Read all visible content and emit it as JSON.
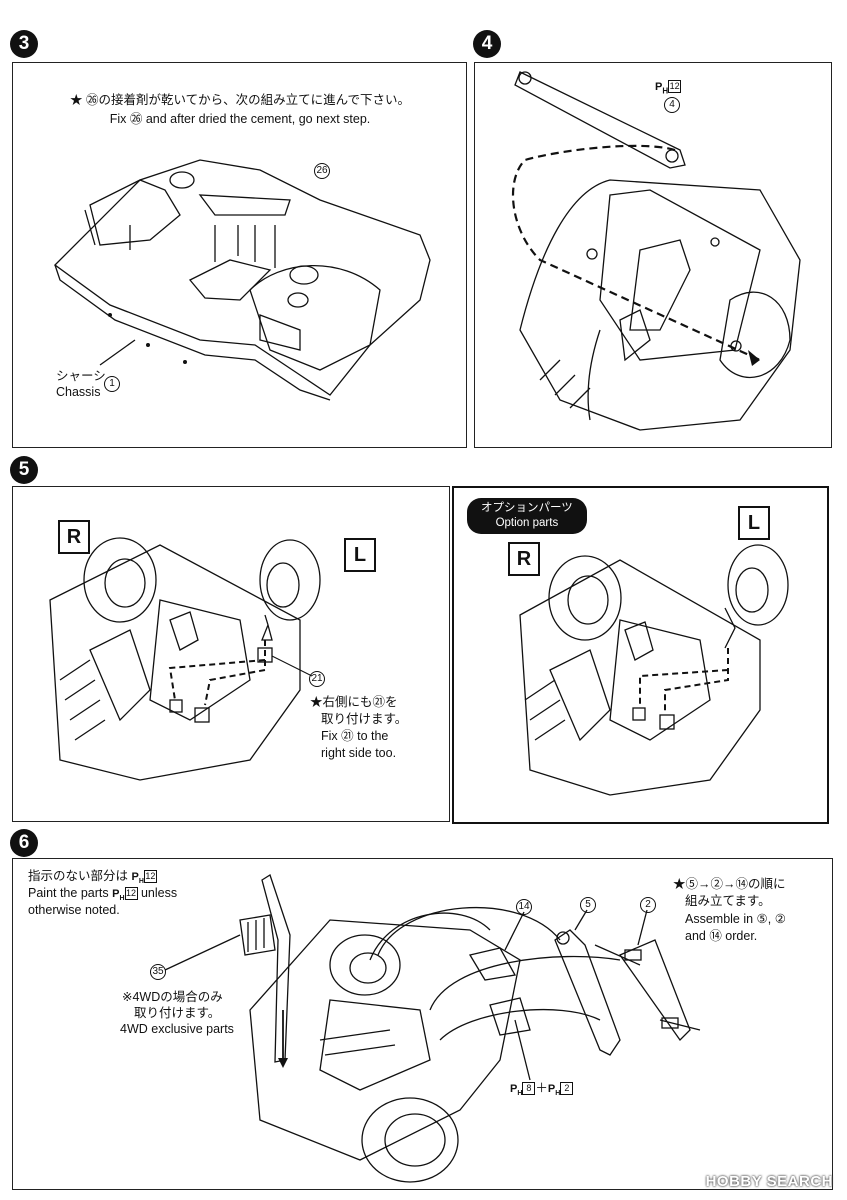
{
  "steps": {
    "s3": {
      "number": "3",
      "note_jp": "★ ㉖の接着剤が乾いてから、次の組み立てに進んで下さい。",
      "note_en": "Fix ㉖ and after dried the cement, go next step.",
      "part_26": "26",
      "chassis_jp": "シャーシ",
      "chassis_en": "Chassis",
      "part_1": "1"
    },
    "s4": {
      "number": "4",
      "paint": "P",
      "paint_sub": "H",
      "paint_code": "12",
      "part_4": "4"
    },
    "s5": {
      "number": "5",
      "R": "R",
      "L": "L",
      "part_21": "21",
      "note_jp_1": "★右側にも㉑を",
      "note_jp_2": "取り付けます。",
      "note_en_1": "Fix ㉑ to the",
      "note_en_2": "right side too."
    },
    "option": {
      "pill_jp": "オプションパーツ",
      "pill_en": "Option parts",
      "R": "R",
      "L": "L"
    },
    "s6": {
      "number": "6",
      "paint_jp": "指示のない部分は",
      "paint_code": "12",
      "paint_en_1": "Paint the parts",
      "paint_en_2": "unless",
      "paint_en_3": "otherwise noted.",
      "part_35": "35",
      "excl_jp_1": "※4WDの場合のみ",
      "excl_jp_2": "取り付けます。",
      "excl_en": "4WD exclusive parts",
      "part_14": "14",
      "part_5": "5",
      "part_2": "2",
      "order_jp_1": "★⑤→②→⑭の順に",
      "order_jp_2": "組み立てます。",
      "order_en_1": "Assemble in ⑤, ②",
      "order_en_2": "and ⑭ order.",
      "paint_combo_a": "8",
      "paint_combo_b": "2"
    }
  },
  "watermark": "HOBBY SEARCH"
}
